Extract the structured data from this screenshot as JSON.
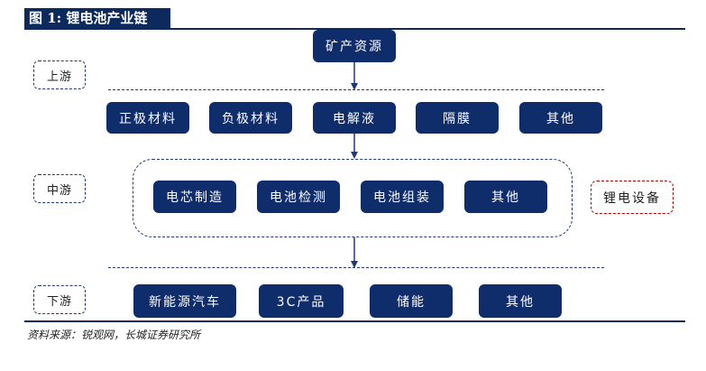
{
  "figure": {
    "title": "图 1:  锂电池产业链",
    "source": "资料来源：锐观网，长城证券研究所"
  },
  "stages": {
    "upstream": "上游",
    "midstream": "中游",
    "downstream": "下游"
  },
  "top_node": "矿产资源",
  "materials": [
    "正极材料",
    "负极材料",
    "电解液",
    "隔膜",
    "其他"
  ],
  "manufacturing": [
    "电芯制造",
    "电池检测",
    "电池组装",
    "其他"
  ],
  "applications": [
    "新能源汽车",
    "3C产品",
    "储能",
    "其他"
  ],
  "equipment_label": "锂电设备",
  "colors": {
    "node_fill": "#0f2c6b",
    "header_fill": "#0d2a5e",
    "dashed_border": "#1f3a72",
    "equipment_border": "#c00000"
  }
}
